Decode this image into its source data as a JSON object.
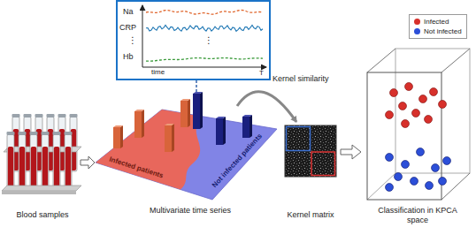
{
  "diagram": {
    "nodes": [
      {
        "text": [
          "Na",
          "CRP",
          "⋮",
          "⋮",
          "Hb",
          "time",
          "T"
        ]
      },
      {
        "text": [
          "Infected patients",
          "Not infected patients"
        ]
      }
    ],
    "edges": [
      {
        "from": 0,
        "to": 1,
        "arrow": "none"
      }
    ],
    "labels": [
      "Kernel similarity",
      "Blood samples",
      "Multivariate time series",
      "Kernel matrix",
      "Classification in KPCA space"
    ],
    "legend": [
      {
        "text": "Infected",
        "color": "#d7302b"
      },
      {
        "text": "Not infected",
        "color": "#2c4fd8"
      }
    ]
  }
}
